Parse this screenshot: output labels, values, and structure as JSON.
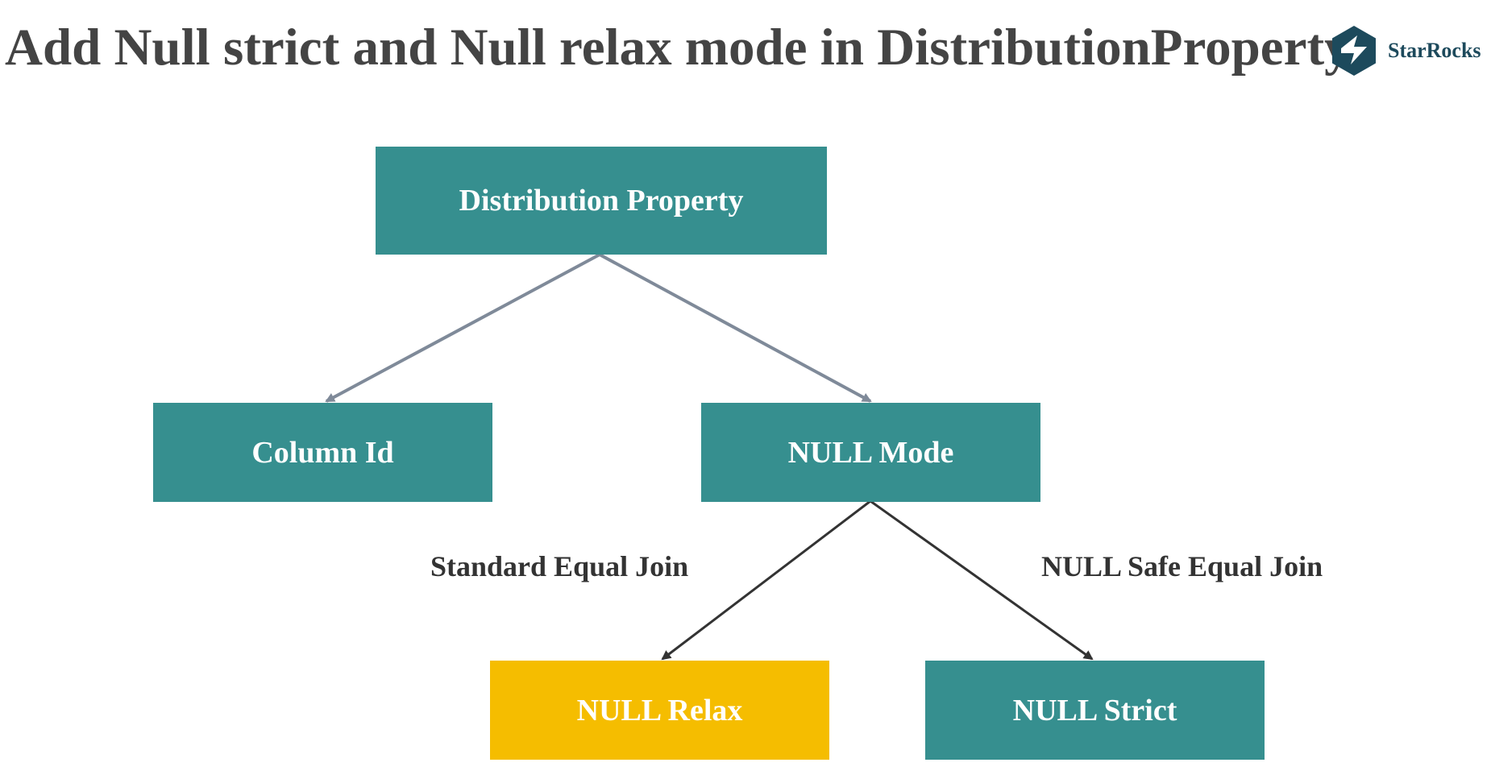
{
  "title": "Add Null strict and Null relax mode in DistributionProperty",
  "logo": {
    "text": "StarRocks",
    "icon": "starrocks-hexagon-logo",
    "color": "#1d4a5c"
  },
  "colors": {
    "node_primary": "#368f8f",
    "node_highlight": "#f5bd00",
    "edge_upper": "#7f8a99",
    "edge_lower": "#333333"
  },
  "nodes": {
    "root": "Distribution Property",
    "column_id": "Column Id",
    "null_mode": "NULL Mode",
    "null_relax": "NULL Relax",
    "null_strict": "NULL Strict"
  },
  "edges": {
    "standard_equal_join": "Standard Equal Join",
    "null_safe_equal_join": "NULL Safe Equal Join"
  }
}
